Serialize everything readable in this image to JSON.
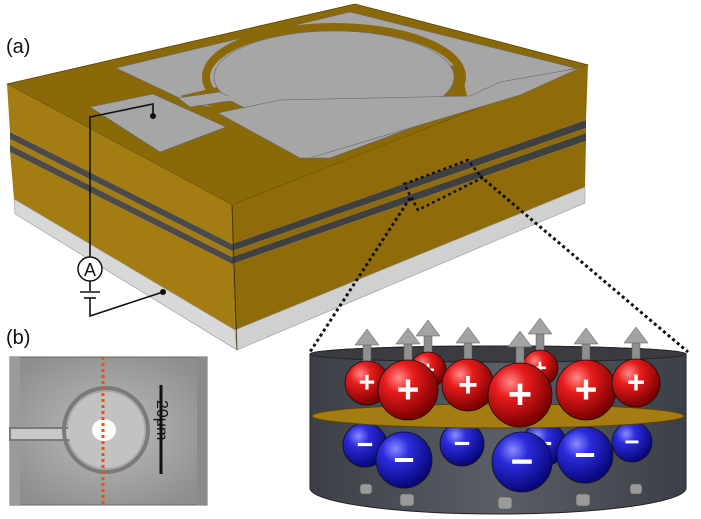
{
  "panels": {
    "a_label": "(a)",
    "b_label": "(b)"
  },
  "ammeter": {
    "symbol": "A"
  },
  "scale_bar": {
    "label": "20μm"
  },
  "charges": {
    "plus": "+",
    "minus": "−"
  },
  "colors": {
    "gold_top": "#8a6908",
    "gold_side": "#a37c12",
    "gold_front": "#8f6c09",
    "electrode": "#a6a6a6",
    "dark_layer": "#4a4a4a",
    "substrate": "#d6d6d6",
    "positive": "#e01a1a",
    "negative": "#2b2bd9",
    "dipole_arrow": "#9a9a9a",
    "red_dotted": "#e2551a"
  }
}
